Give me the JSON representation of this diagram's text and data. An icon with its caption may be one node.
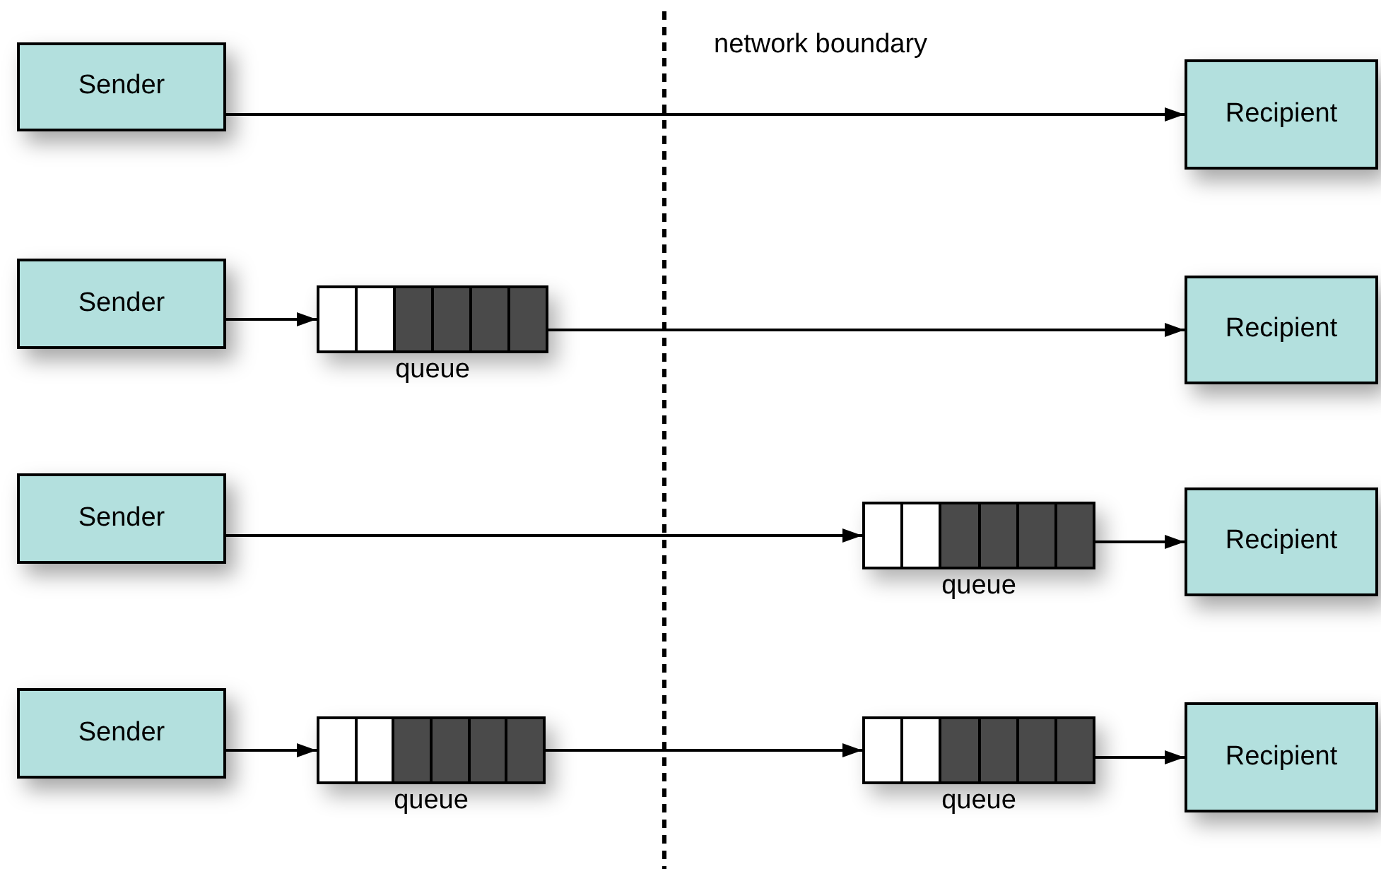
{
  "diagram": {
    "nodes": [
      {
        "text": [
          "Sender"
        ]
      },
      {
        "text": [
          "Recipient"
        ]
      },
      {
        "text": [
          "Sender"
        ]
      },
      {
        "text": [],
        "shape": "bar",
        "beside": [
          "queue"
        ]
      },
      {
        "text": [
          "Recipient"
        ]
      },
      {
        "text": [
          "Sender"
        ]
      },
      {
        "text": [],
        "shape": "bar",
        "beside": [
          "queue"
        ]
      },
      {
        "text": [
          "Recipient"
        ]
      },
      {
        "text": [
          "Sender"
        ]
      },
      {
        "text": [],
        "shape": "bar",
        "beside": [
          "queue"
        ]
      },
      {
        "text": [],
        "shape": "bar",
        "beside": [
          "queue"
        ]
      },
      {
        "text": [
          "Recipient"
        ]
      }
    ],
    "edges": [
      {
        "from": 0,
        "to": 1,
        "arrow": "to"
      },
      {
        "from": 2,
        "to": 3,
        "arrow": "to"
      },
      {
        "from": 3,
        "to": 4,
        "arrow": "to"
      },
      {
        "from": 5,
        "to": 6,
        "arrow": "to"
      },
      {
        "from": 6,
        "to": 7,
        "arrow": "to"
      },
      {
        "from": 8,
        "to": 9,
        "arrow": "to"
      },
      {
        "from": 9,
        "to": 10,
        "arrow": "to"
      },
      {
        "from": 10,
        "to": 11,
        "arrow": "to"
      }
    ],
    "labels": [
      "network boundary"
    ]
  }
}
